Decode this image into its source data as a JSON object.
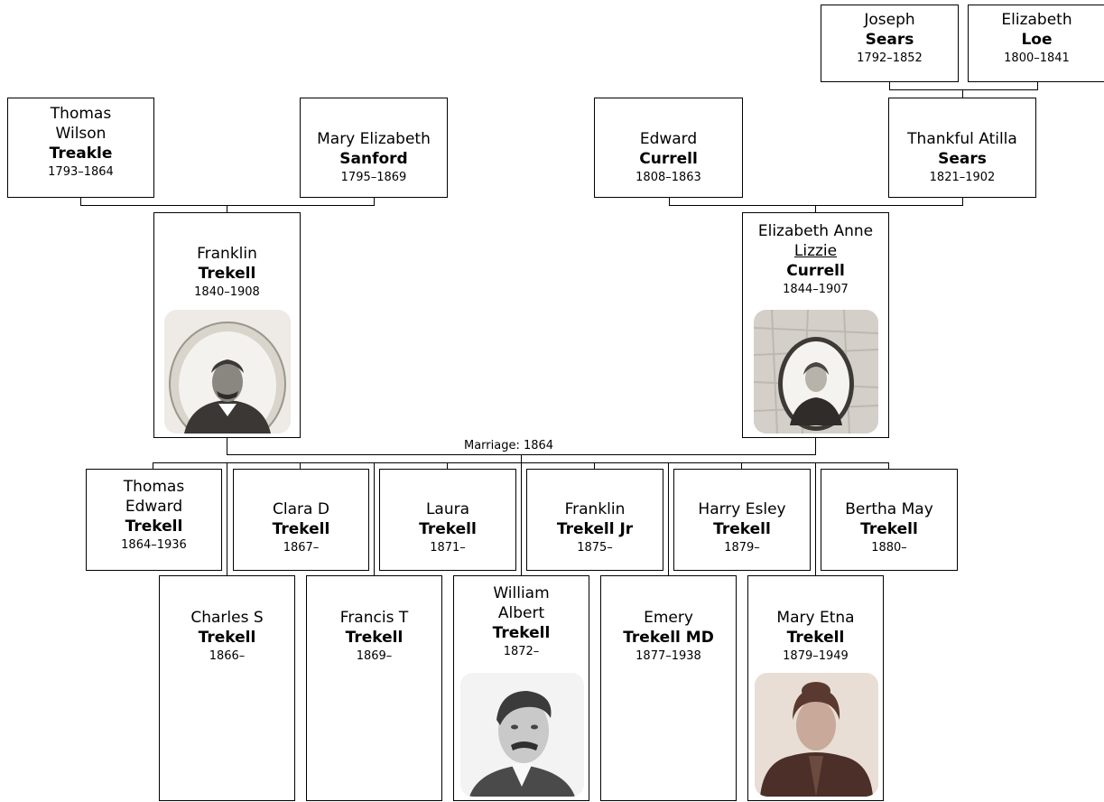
{
  "grandparents": {
    "thomas_treakle": {
      "first": "Thomas Wilson",
      "last": "Treakle",
      "years": "1793–1864"
    },
    "mary_sanford": {
      "first": "Mary Elizabeth",
      "last": "Sanford",
      "years": "1795–1869"
    },
    "edward_currell": {
      "first": "Edward",
      "last": "Currell",
      "years": "1808–1863"
    },
    "thankful_sears": {
      "first": "Thankful Atilla",
      "last": "Sears",
      "years": "1821–1902"
    }
  },
  "great_grandparents": {
    "joseph_sears": {
      "first": "Joseph",
      "last": "Sears",
      "years": "1792–1852"
    },
    "elizabeth_loe": {
      "first": "Elizabeth",
      "last": "Loe",
      "years": "1800–1841"
    }
  },
  "parents": {
    "franklin": {
      "first": "Franklin",
      "last": "Trekell",
      "years": "1840–1908"
    },
    "lizzie": {
      "first": "Elizabeth Anne",
      "nickname": "Lizzie",
      "last": "Currell",
      "years": "1844–1907"
    }
  },
  "marriage_label": "Marriage: 1864",
  "children_row1": [
    {
      "first": "Thomas Edward",
      "last": "Trekell",
      "years": "1864–1936"
    },
    {
      "first": "Clara D",
      "last": "Trekell",
      "years": "1867–"
    },
    {
      "first": "Laura",
      "last": "Trekell",
      "years": "1871–"
    },
    {
      "first": "Franklin",
      "last": "Trekell Jr",
      "years": "1875–"
    },
    {
      "first": "Harry Esley",
      "last": "Trekell",
      "years": "1879–"
    },
    {
      "first": "Bertha May",
      "last": "Trekell",
      "years": "1880–"
    }
  ],
  "children_row2": [
    {
      "first": "Charles S",
      "last": "Trekell",
      "years": "1866–"
    },
    {
      "first": "Francis T",
      "last": "Trekell",
      "years": "1869–"
    },
    {
      "first": "William Albert",
      "last": "Trekell",
      "years": "1872–"
    },
    {
      "first": "Emery",
      "last": "Trekell MD",
      "years": "1877–1938"
    },
    {
      "first": "Mary Etna",
      "last": "Trekell",
      "years": "1879–1949"
    }
  ],
  "colors": {
    "line": "#000000",
    "box_border": "#000000",
    "photo_sepia": "#9a7a66"
  }
}
